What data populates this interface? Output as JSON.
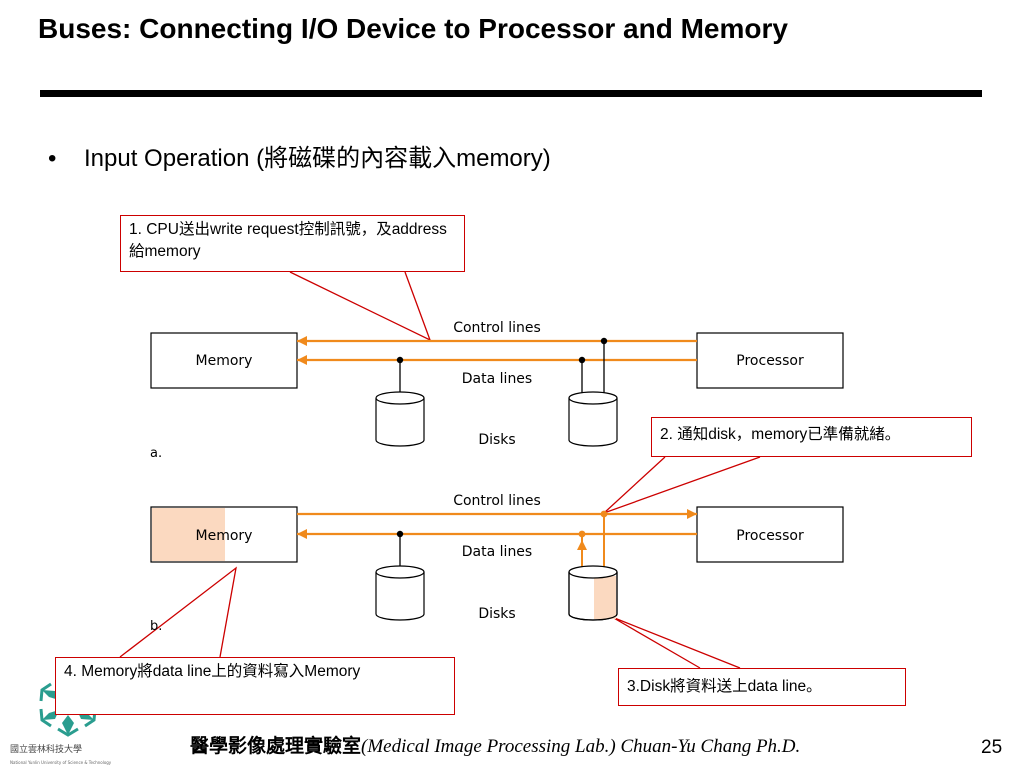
{
  "slide": {
    "title": "Buses: Connecting I/O Device to Processor and Memory",
    "bullet_symbol": "•",
    "bullet_text": "Input Operation (將磁碟的內容載入memory)",
    "page_number": "25"
  },
  "callouts": {
    "c1": "1. CPU送出write request控制訊號，及address給memory",
    "c2": "2. 通知disk，memory已準備就緒。",
    "c3": "3.Disk將資料送上data line。",
    "c4": "4. Memory將data line上的資料寫入Memory"
  },
  "diagram": {
    "panel_a": {
      "memory": "Memory",
      "processor": "Processor",
      "control_lines": "Control lines",
      "data_lines": "Data lines",
      "disks": "Disks",
      "panel_label": "a."
    },
    "panel_b": {
      "memory": "Memory",
      "processor": "Processor",
      "control_lines": "Control lines",
      "data_lines": "Data lines",
      "disks": "Disks",
      "panel_label": "b."
    }
  },
  "footer": {
    "lab_zh": "醫學影像處理實驗室",
    "lab_en": "(Medical Image Processing Lab.) Chuan-Yu Chang Ph.D.",
    "logo_caption": "國立雲林科技大學",
    "logo_subcaption": "National Yunlin University of Science & Technology"
  },
  "colors": {
    "bus_line": "#f08a1c",
    "callout_border": "#cc0000",
    "highlight_fill": "#fbd9c0",
    "logo_teal": "#2a9d8f"
  }
}
